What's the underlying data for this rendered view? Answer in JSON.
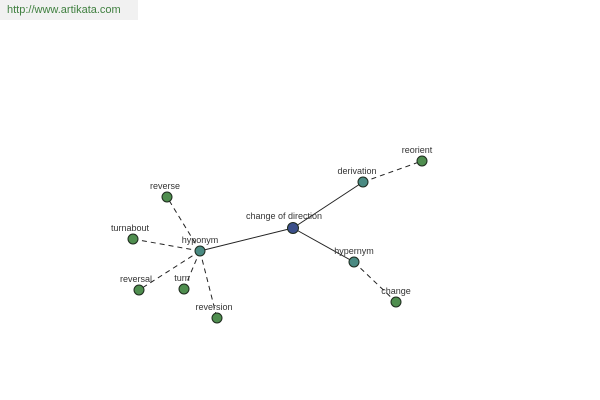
{
  "site": {
    "url_text": "http://www.artikata.com",
    "url_color": "#3f7f3f"
  },
  "colors": {
    "root": "#3b4f8a",
    "relation": "#4a8a82",
    "leaf": "#4f8e4f"
  },
  "nodes": {
    "change_of_direction": {
      "label": "change of direction",
      "kind": "root"
    },
    "hyponym": {
      "label": "hyponym",
      "kind": "relation"
    },
    "derivation": {
      "label": "derivation",
      "kind": "relation"
    },
    "hypernym": {
      "label": "hypernym",
      "kind": "relation"
    },
    "reorient": {
      "label": "reorient",
      "kind": "leaf"
    },
    "change": {
      "label": "change",
      "kind": "leaf"
    },
    "reverse": {
      "label": "reverse",
      "kind": "leaf"
    },
    "turnabout": {
      "label": "turnabout",
      "kind": "leaf"
    },
    "reversal": {
      "label": "reversal",
      "kind": "leaf"
    },
    "turn": {
      "label": "turn",
      "kind": "leaf"
    },
    "reversion": {
      "label": "reversion",
      "kind": "leaf"
    }
  },
  "edges": [
    {
      "from": "change_of_direction",
      "to": "hyponym",
      "style": "solid"
    },
    {
      "from": "change_of_direction",
      "to": "derivation",
      "style": "solid"
    },
    {
      "from": "change_of_direction",
      "to": "hypernym",
      "style": "solid"
    },
    {
      "from": "derivation",
      "to": "reorient",
      "style": "dashed"
    },
    {
      "from": "hypernym",
      "to": "change",
      "style": "dashed"
    },
    {
      "from": "hyponym",
      "to": "reverse",
      "style": "dashed"
    },
    {
      "from": "hyponym",
      "to": "turnabout",
      "style": "dashed"
    },
    {
      "from": "hyponym",
      "to": "reversal",
      "style": "dashed"
    },
    {
      "from": "hyponym",
      "to": "turn",
      "style": "dashed"
    },
    {
      "from": "hyponym",
      "to": "reversion",
      "style": "dashed"
    }
  ]
}
